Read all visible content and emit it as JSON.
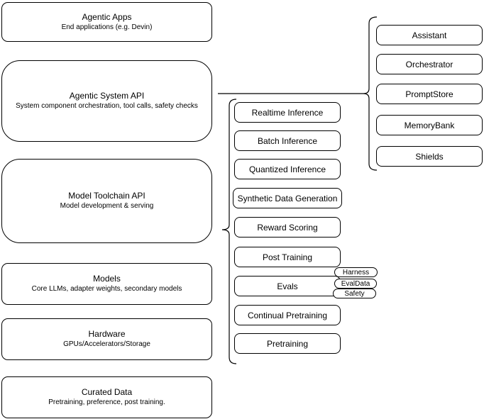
{
  "diagram": {
    "left_stack": [
      {
        "title": "Agentic Apps",
        "subtitle": "End applications (e.g. Devin)"
      },
      {
        "title": "Agentic System API",
        "subtitle": "System component orchestration, tool calls, safety checks"
      },
      {
        "title": "Model Toolchain API",
        "subtitle": "Model development & serving"
      },
      {
        "title": "Models",
        "subtitle": "Core LLMs, adapter weights, secondary models"
      },
      {
        "title": "Hardware",
        "subtitle": "GPUs/Accelerators/Storage"
      },
      {
        "title": "Curated Data",
        "subtitle": "Pretraining, preference, post training."
      }
    ],
    "toolchain_group": [
      "Realtime Inference",
      "Batch Inference",
      "Quantized Inference",
      "Synthetic Data Generation",
      "Reward Scoring",
      "Post Training",
      "Evals",
      "Continual Pretraining",
      "Pretraining"
    ],
    "eval_tags": [
      "Harness",
      "EvalData",
      "Safety"
    ],
    "system_group": [
      "Assistant",
      "Orchestrator",
      "PromptStore",
      "MemoryBank",
      "Shields"
    ],
    "colors": {
      "stroke": "#000000",
      "background": "#ffffff",
      "text": "#000000"
    }
  }
}
